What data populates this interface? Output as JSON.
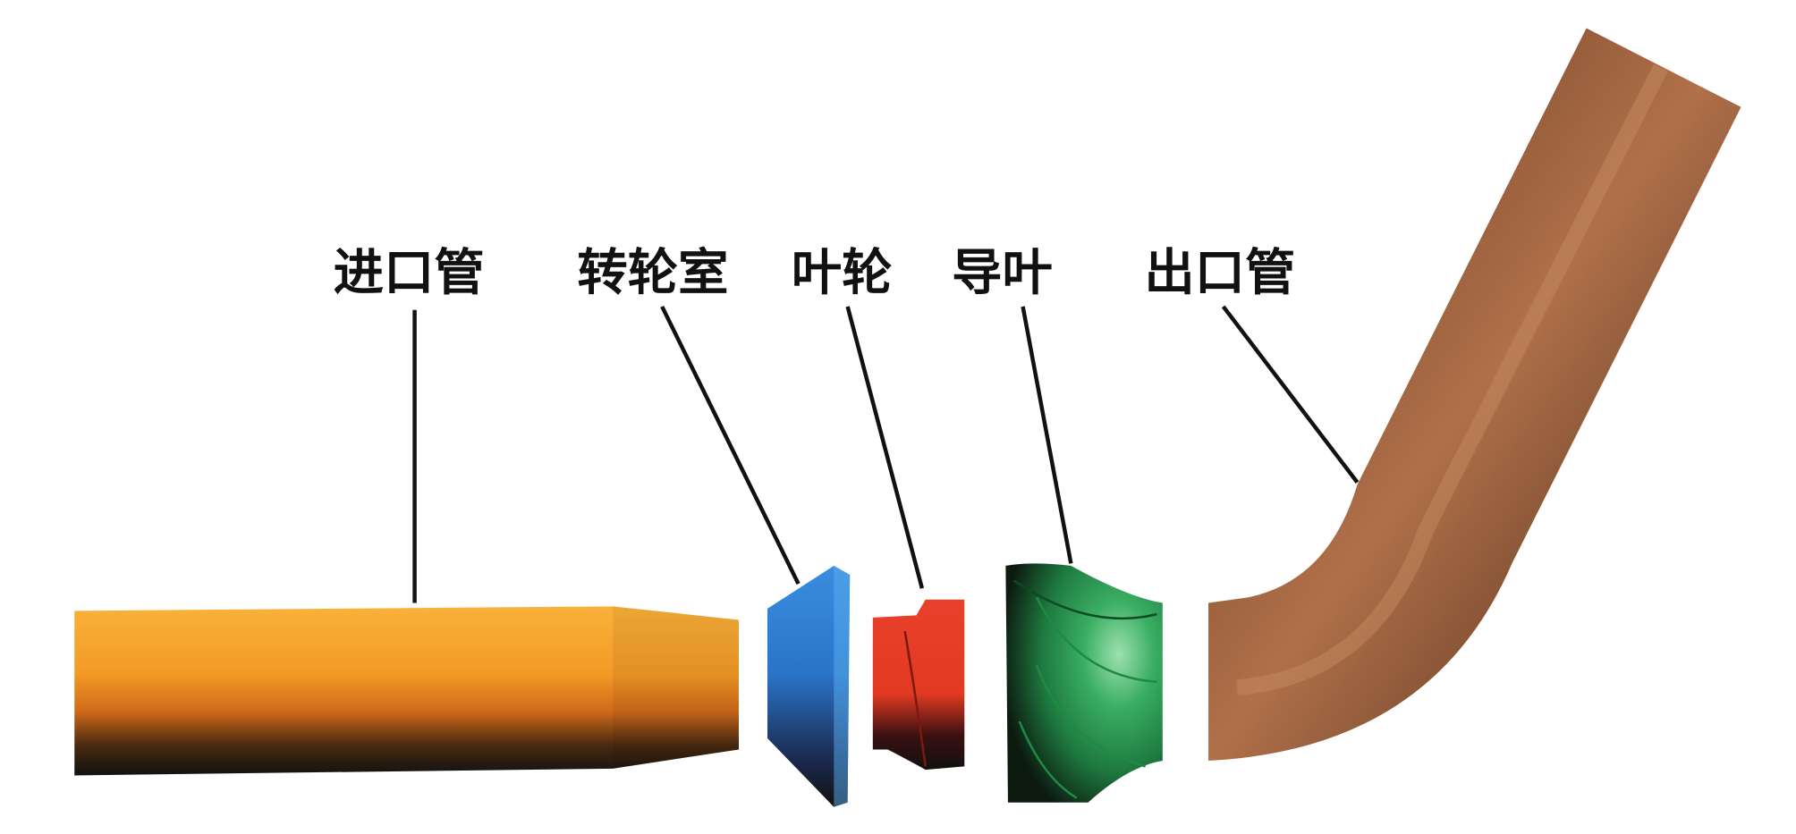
{
  "labels": {
    "inlet_pipe": "进口管",
    "runner_chamber": "转轮室",
    "impeller": "叶轮",
    "guide_vane": "导叶",
    "outlet_pipe": "出口管"
  },
  "colors": {
    "inlet_pipe": "#f6a72a",
    "runner_chamber": "#2f7fd0",
    "impeller": "#e23a22",
    "guide_vane": "#2fa25a",
    "outlet_pipe": "#7d4a2a"
  }
}
